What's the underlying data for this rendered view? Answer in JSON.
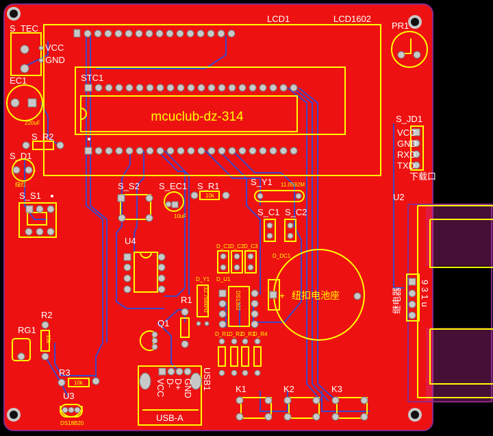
{
  "board": {
    "copper_color": "#ee1111",
    "silk_color": "#ffff00",
    "trace_color": "#3a46c8",
    "outline_color": "#8b2a8b"
  },
  "labels": {
    "lcd1": "LCD1",
    "lcd1602": "LCD1602",
    "pr1": "PR1",
    "s_tec": "S_TEC",
    "vcc_small": "VCC",
    "gnd_small": "GND",
    "ec1": "EC1",
    "ec1_val": "220uF",
    "stc1": "STC1",
    "title": "mcuclub-dz-314",
    "s_r2": "S_R2",
    "s_d1": "S_D1",
    "green": "绿灯",
    "s_jd1": "S_JD1",
    "jd_vcc": "VCC",
    "jd_gnd": "GND",
    "jd_rxd": "RXD",
    "jd_txd": "TXD",
    "download": "下载口",
    "s_s1": "S_S1",
    "s_s2": "S_S2",
    "s_ec1": "S_EC1",
    "s_ec1_val": "10uF",
    "s_r1": "S_R1",
    "s_r1_val": "10k",
    "s_y1": "S_Y1",
    "s_y1_val": "11.0592M",
    "s_c1": "S_C1",
    "s_c2": "S_C2",
    "u2": "U2",
    "u4": "U4",
    "d_c1": "D_C1",
    "d_c2": "D_C2",
    "d_c3": "D_C3",
    "d_dc1": "D_DC1",
    "d_y1": "D_Y1",
    "d_y1_val": "32.768kHz",
    "d_u1": "D_U1",
    "ds1302": "DS1302",
    "battery": "纽扣电池座",
    "r1": "R1",
    "q1": "Q1",
    "rg1": "RG1",
    "r2": "R2",
    "r2_val": "10k",
    "r3": "R3",
    "r3_val": "10k",
    "u3": "U3",
    "ds18b20": "DS18B20",
    "usb1": "USB1",
    "usb_a": "USB-A",
    "usb_vcc": "VCC",
    "usb_dm": "D-",
    "usb_dp": "D+",
    "usb_gnd": "GND",
    "d_r1": "D_R1",
    "d_r2": "D_R2",
    "d_r3": "D_R3",
    "d_r4": "D_R4",
    "k1": "K1",
    "k2": "K2",
    "k3": "K3",
    "u2_side": "继电器",
    "u2_pins": "9 3 1 u",
    "plus": "+"
  }
}
